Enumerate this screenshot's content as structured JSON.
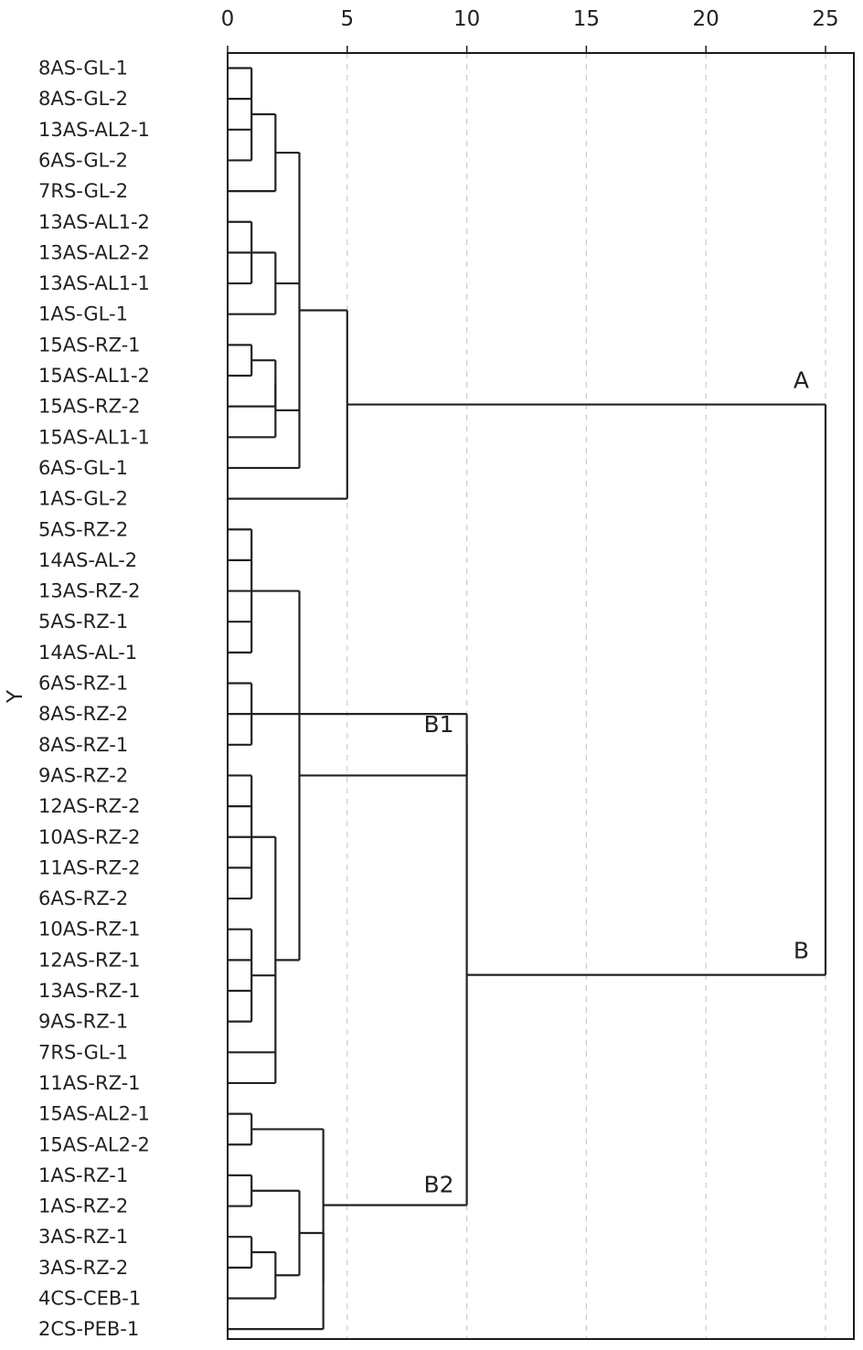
{
  "chart_data": {
    "type": "dendrogram",
    "ylabel": "Y",
    "xlim": [
      0,
      26.5
    ],
    "x_ticks": [
      0,
      5,
      10,
      15,
      20,
      25
    ],
    "x_tick_labels": [
      "0",
      "5",
      "10",
      "15",
      "20",
      "25"
    ],
    "grid": "vertical dashed",
    "leaves": [
      "8AS-GL-1",
      "8AS-GL-2",
      "13AS-AL2-1",
      "6AS-GL-2",
      "7RS-GL-2",
      "13AS-AL1-2",
      "13AS-AL2-2",
      "13AS-AL1-1",
      "1AS-GL-1",
      "15AS-RZ-1",
      "15AS-AL1-2",
      "15AS-RZ-2",
      "15AS-AL1-1",
      "6AS-GL-1",
      "1AS-GL-2",
      "5AS-RZ-2",
      "14AS-AL-2",
      "13AS-RZ-2",
      "5AS-RZ-1",
      "14AS-AL-1",
      "6AS-RZ-1",
      "8AS-RZ-2",
      "8AS-RZ-1",
      "9AS-RZ-2",
      "12AS-RZ-2",
      "10AS-RZ-2",
      "11AS-RZ-2",
      "6AS-RZ-2",
      "10AS-RZ-1",
      "12AS-RZ-1",
      "13AS-RZ-1",
      "9AS-RZ-1",
      "7RS-GL-1",
      "11AS-RZ-1",
      "15AS-AL2-1",
      "15AS-AL2-2",
      "1AS-RZ-1",
      "1AS-RZ-2",
      "3AS-RZ-1",
      "3AS-RZ-2",
      "4CS-CEB-1",
      "2CS-PEB-1"
    ],
    "merges": [
      {
        "children": [
          0,
          1,
          2,
          3
        ],
        "height": 1
      },
      {
        "children": [
          "m0",
          4
        ],
        "height": 2
      },
      {
        "children": [
          5,
          6,
          7
        ],
        "height": 1
      },
      {
        "children": [
          "m2",
          8
        ],
        "height": 2
      },
      {
        "children": [
          9,
          10
        ],
        "height": 1
      },
      {
        "children": [
          "m4",
          11
        ],
        "height": 2
      },
      {
        "children": [
          "m5",
          12
        ],
        "height": 2
      },
      {
        "children": [
          "m1",
          "m3",
          "m6",
          13
        ],
        "height": 3
      },
      {
        "children": [
          "m7",
          14
        ],
        "height": 5
      },
      {
        "children": [
          15,
          16,
          17,
          18,
          19
        ],
        "height": 1
      },
      {
        "children": [
          20,
          21,
          22
        ],
        "height": 1
      },
      {
        "children": [
          23,
          24,
          25,
          26,
          27
        ],
        "height": 1
      },
      {
        "children": [
          28,
          29,
          30,
          31
        ],
        "height": 1
      },
      {
        "children": [
          "m11",
          "m12",
          32,
          33
        ],
        "height": 2
      },
      {
        "children": [
          "m9",
          "m13"
        ],
        "height": 3
      },
      {
        "children": [
          "m14",
          "m10"
        ],
        "height": 10
      },
      {
        "children": [
          34,
          35
        ],
        "height": 1
      },
      {
        "children": [
          36,
          37
        ],
        "height": 1
      },
      {
        "children": [
          38,
          39
        ],
        "height": 1
      },
      {
        "children": [
          "m18",
          40
        ],
        "height": 2
      },
      {
        "children": [
          "m17",
          "m19"
        ],
        "height": 3
      },
      {
        "children": [
          "m20",
          41
        ],
        "height": 4
      },
      {
        "children": [
          "m16",
          "m21"
        ],
        "height": 4
      },
      {
        "children": [
          "m15",
          "m22"
        ],
        "height": 10
      },
      {
        "children": [
          "m8",
          "m23"
        ],
        "height": 25
      }
    ],
    "annotations": [
      {
        "text": "A",
        "cluster": "m8"
      },
      {
        "text": "B",
        "cluster": "m23"
      },
      {
        "text": "B1",
        "cluster": "m15"
      },
      {
        "text": "B2",
        "cluster": "m22"
      }
    ]
  }
}
